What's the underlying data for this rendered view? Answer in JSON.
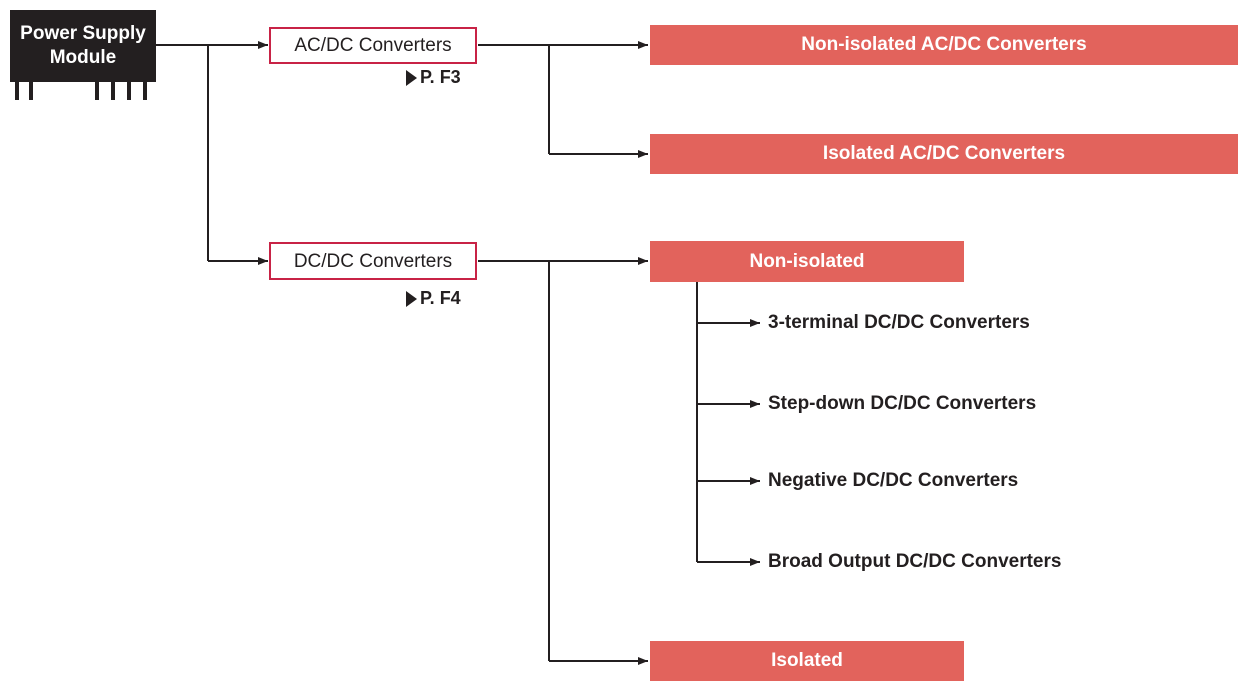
{
  "root": {
    "line1": "Power Supply",
    "line2": "Module"
  },
  "ac_dc": {
    "label": "AC/DC Converters",
    "page_ref": "P. F3",
    "children": [
      "Non-isolated AC/DC Converters",
      "Isolated AC/DC Converters"
    ]
  },
  "dc_dc": {
    "label": "DC/DC Converters",
    "page_ref": "P. F4",
    "non_isolated": {
      "label": "Non-isolated",
      "children": [
        "3-terminal DC/DC Converters",
        "Step-down DC/DC Converters",
        "Negative DC/DC Converters",
        "Broad Output DC/DC Converters"
      ]
    },
    "isolated": {
      "label": "Isolated"
    }
  },
  "colors": {
    "line": "#231f20",
    "accent_border": "#c82346",
    "category_fill": "#e2635c"
  }
}
